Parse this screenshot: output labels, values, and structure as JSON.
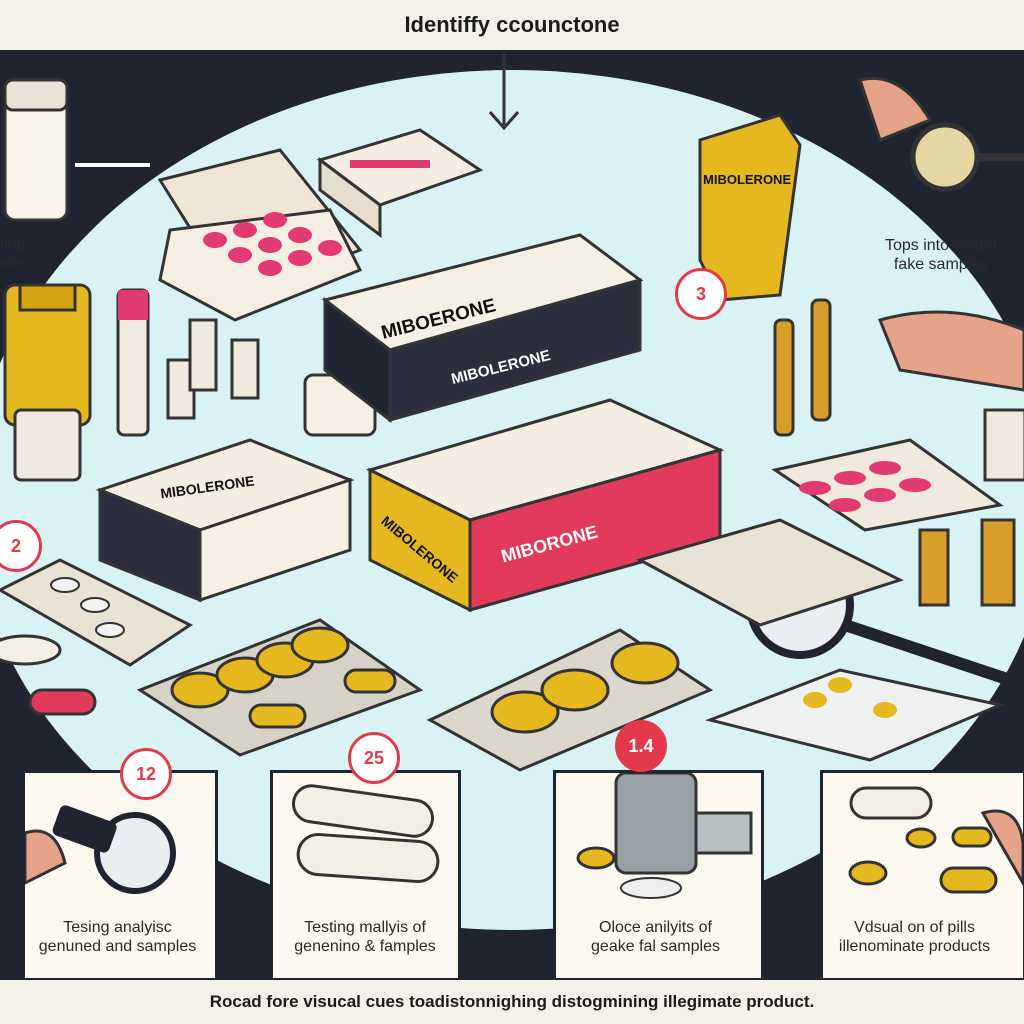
{
  "title": "Identiffy ccounctone",
  "footer": "Rocad fore visucal cues toadistonnighing distogmining illegimate product.",
  "labels": {
    "left_top": "ting\nrom",
    "right_top": "Tops into anight\nfake samples",
    "panel_1": "Tesing analyisc\ngenuned and samples",
    "panel_2": "Testing mallyis of\ngenenino & famples",
    "panel_3": "Oloce anilyits of\ngeake fal samples",
    "panel_4": "Vdsual on of pills\nillenominate products"
  },
  "boxes": {
    "box_1": "MIBOERONE",
    "box_1_side": "MIBOLERONE",
    "box_2": "MIBOLERONE",
    "box_3": "MIBORONE",
    "box_4": "MIBOLERONE",
    "box_5": "MIBOLERONE"
  },
  "badges": {
    "b3": "3",
    "b2": "2",
    "b12": "12",
    "b25": "25",
    "b14": "1.4"
  },
  "colors": {
    "accent": "#e23a4a",
    "dark": "#1f2430",
    "circle": "#d9f2f4",
    "pill": "#e5b820"
  }
}
